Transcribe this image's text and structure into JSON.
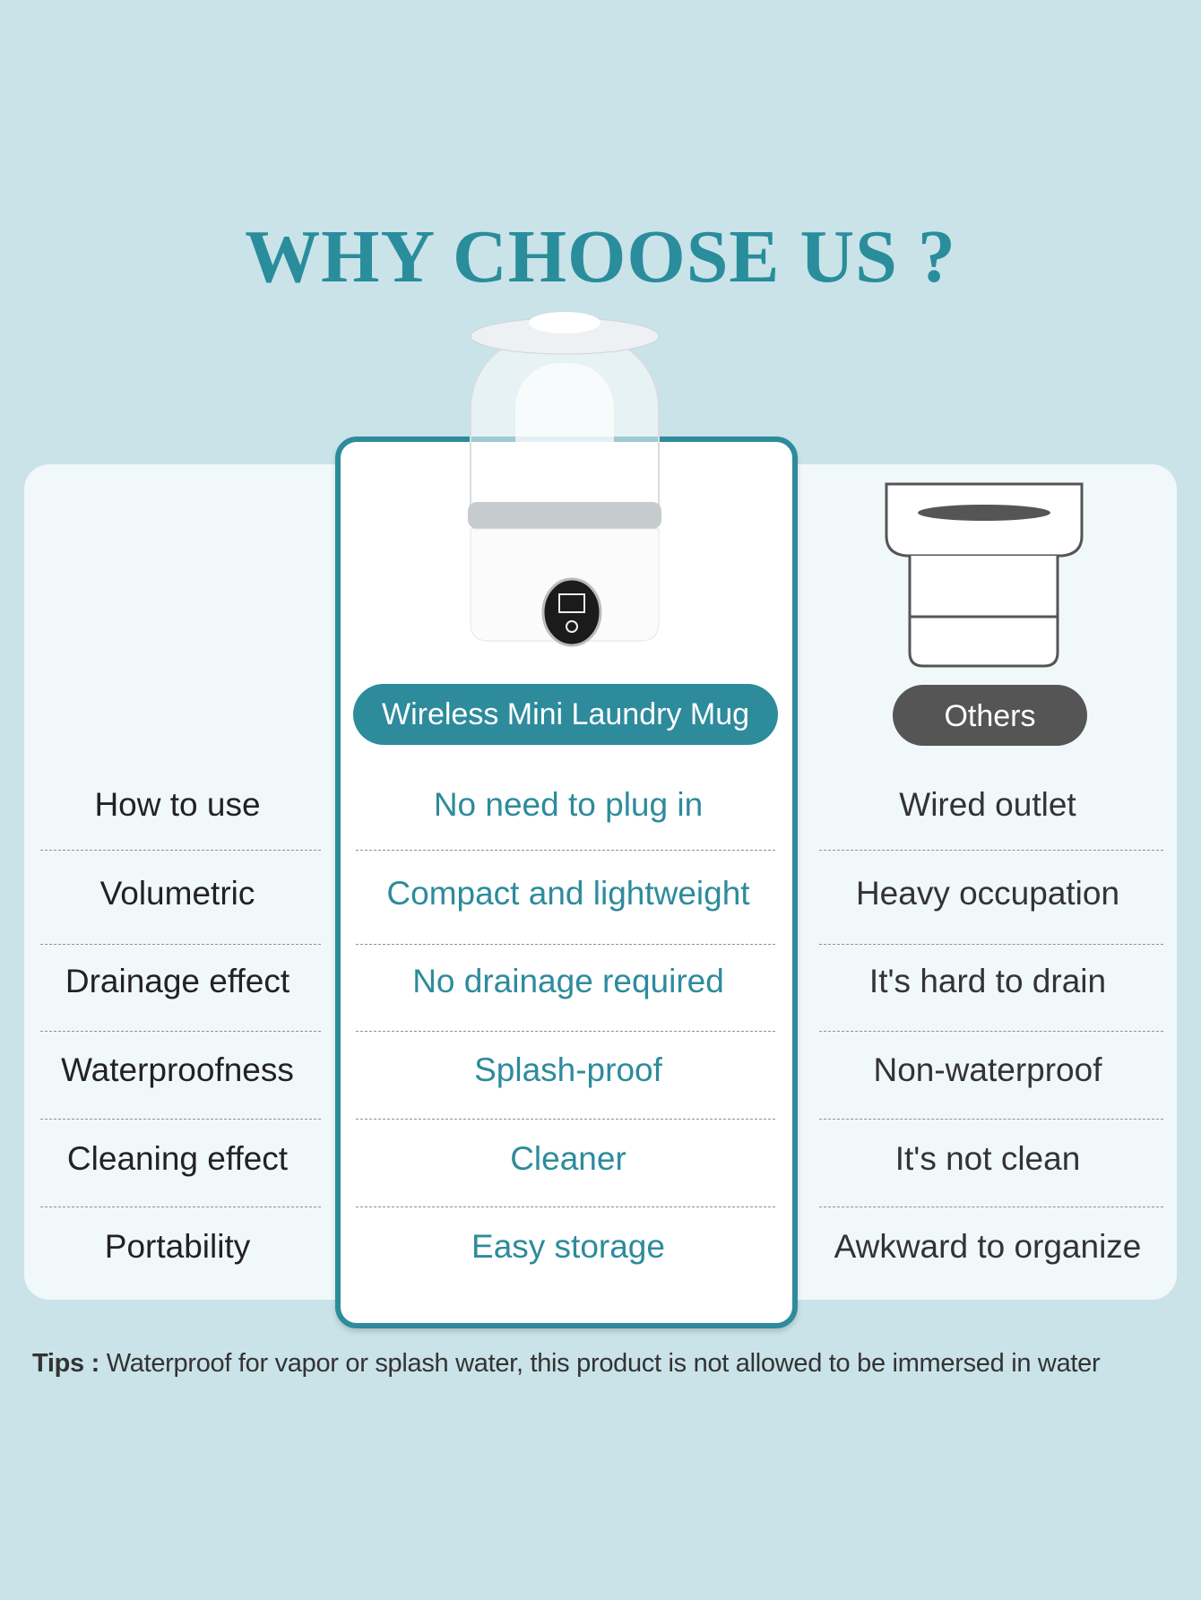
{
  "title": "WHY CHOOSE US ?",
  "columns": {
    "product": "Wireless Mini Laundry Mug",
    "others": "Others"
  },
  "rows": [
    {
      "feature": "How to use",
      "product": "No need to plug in",
      "others": "Wired outlet"
    },
    {
      "feature": "Volumetric",
      "product": "Compact and lightweight",
      "others": "Heavy occupation"
    },
    {
      "feature": "Drainage effect",
      "product": "No drainage required",
      "others": "It's hard to drain"
    },
    {
      "feature": "Waterproofness",
      "product": "Splash-proof",
      "others": "Non-waterproof"
    },
    {
      "feature": "Cleaning effect",
      "product": "Cleaner",
      "others": "It's not clean"
    },
    {
      "feature": "Portability",
      "product": "Easy storage",
      "others": "Awkward to organize"
    }
  ],
  "tips": {
    "label": "Tips :",
    "text": " Waterproof for vapor or splash water, this product is not allowed to be immersed in water"
  },
  "colors": {
    "accent": "#2d8b9c",
    "background": "#c9e3e9",
    "others_pill": "#555555"
  }
}
